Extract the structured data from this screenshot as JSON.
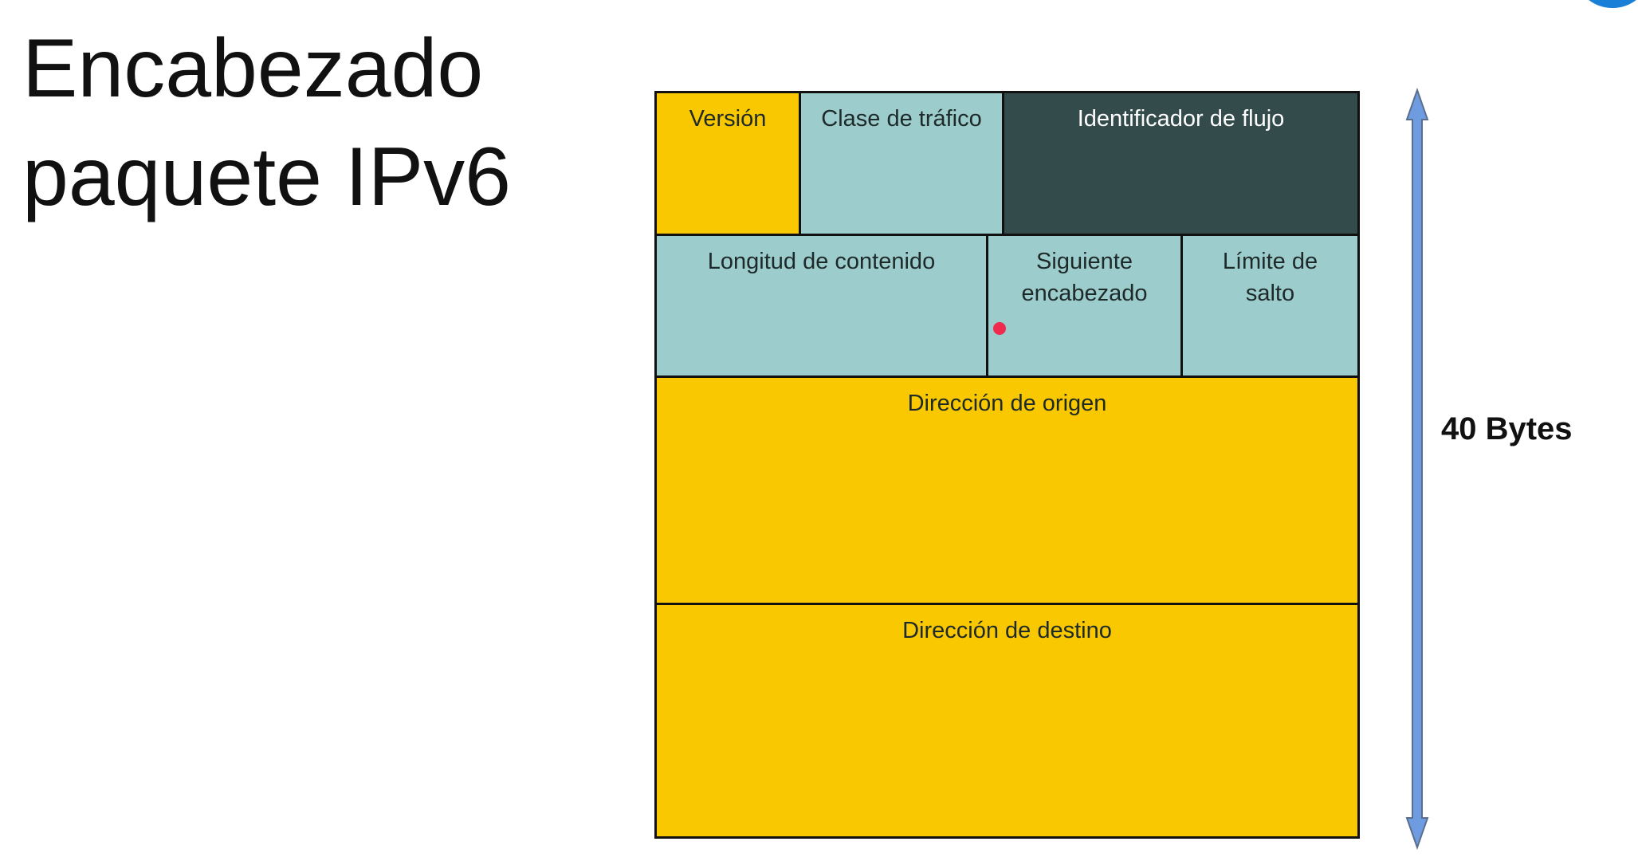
{
  "title": {
    "line1": "Encabezado",
    "line2": "paquete IPv6"
  },
  "fields": {
    "version": "Versión",
    "traffic_class": "Clase de tráfico",
    "flow_label": "Identificador de flujo",
    "payload_length": "Longitud de contenido",
    "next_header": "Siguiente\nencabezado",
    "hop_limit": "Límite de\nsalto",
    "source_address": "Dirección de origen",
    "destination_address": "Dirección de destino"
  },
  "size_label": "40 Bytes",
  "colors": {
    "yellow": "#f9c800",
    "teal": "#9ccccb",
    "dark": "#334b4b",
    "arrow": "#6f9be0",
    "pointer": "#ef2a4d"
  }
}
